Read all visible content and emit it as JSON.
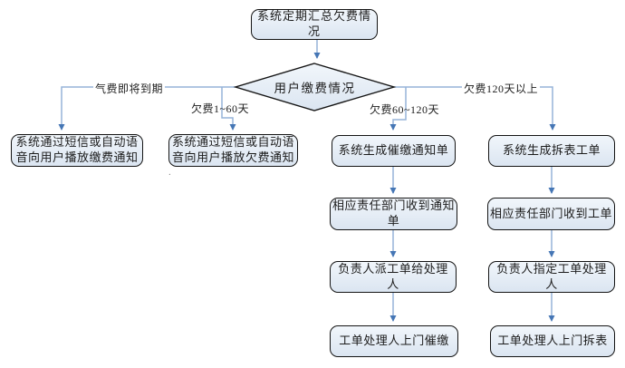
{
  "colors": {
    "node_fill_top": "#f1f6fb",
    "node_fill_bottom": "#dbe5f1",
    "node_border": "#141414",
    "line": "#95b3d9",
    "arrow": "#4576b5",
    "text": "#1c1c1c",
    "background": "#ffffff"
  },
  "nodes": {
    "start": "系统定期汇总欠费情况",
    "decision": "用户缴费情况",
    "notify_due": "系统通过短信或自动语音向用户播放缴费通知",
    "notify_arrears": "系统通过短信或自动语音向用户播放欠费通知",
    "generate_notice": "系统生成催缴通知单",
    "generate_workorder": "系统生成拆表工单",
    "dept_receive_notice": "相应责任部门收到通知单",
    "dept_receive_workorder": "相应责任部门收到工单",
    "assign_handler": "负责人派工单给处理人",
    "designate_handler": "负责人指定工单处理人",
    "visit_collect": "工单处理人上门催缴",
    "visit_remove": "工单处理人上门拆表"
  },
  "branch_labels": {
    "due_soon": "气费即将到期",
    "arrears_1_60": "欠费1~60天",
    "arrears_60_120": "欠费60~120天",
    "arrears_over_120": "欠费120天以上"
  },
  "artifact": {
    "stray_mark": "."
  }
}
